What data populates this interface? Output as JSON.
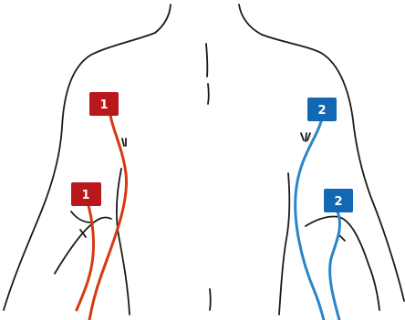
{
  "electrodes": [
    {
      "id": "pad-1-upper",
      "label": "1",
      "channel": 1
    },
    {
      "id": "pad-1-lower",
      "label": "1",
      "channel": 1
    },
    {
      "id": "pad-2-upper",
      "label": "2",
      "channel": 2
    },
    {
      "id": "pad-2-lower",
      "label": "2",
      "channel": 2
    }
  ],
  "colors": {
    "channel_1_pad": "#b8181c",
    "channel_1_wire": "#d63a12",
    "channel_2_pad": "#1268b3",
    "channel_2_wire": "#2a86c9",
    "outline": "#1a1a1a",
    "pad_text": "#ffffff"
  }
}
